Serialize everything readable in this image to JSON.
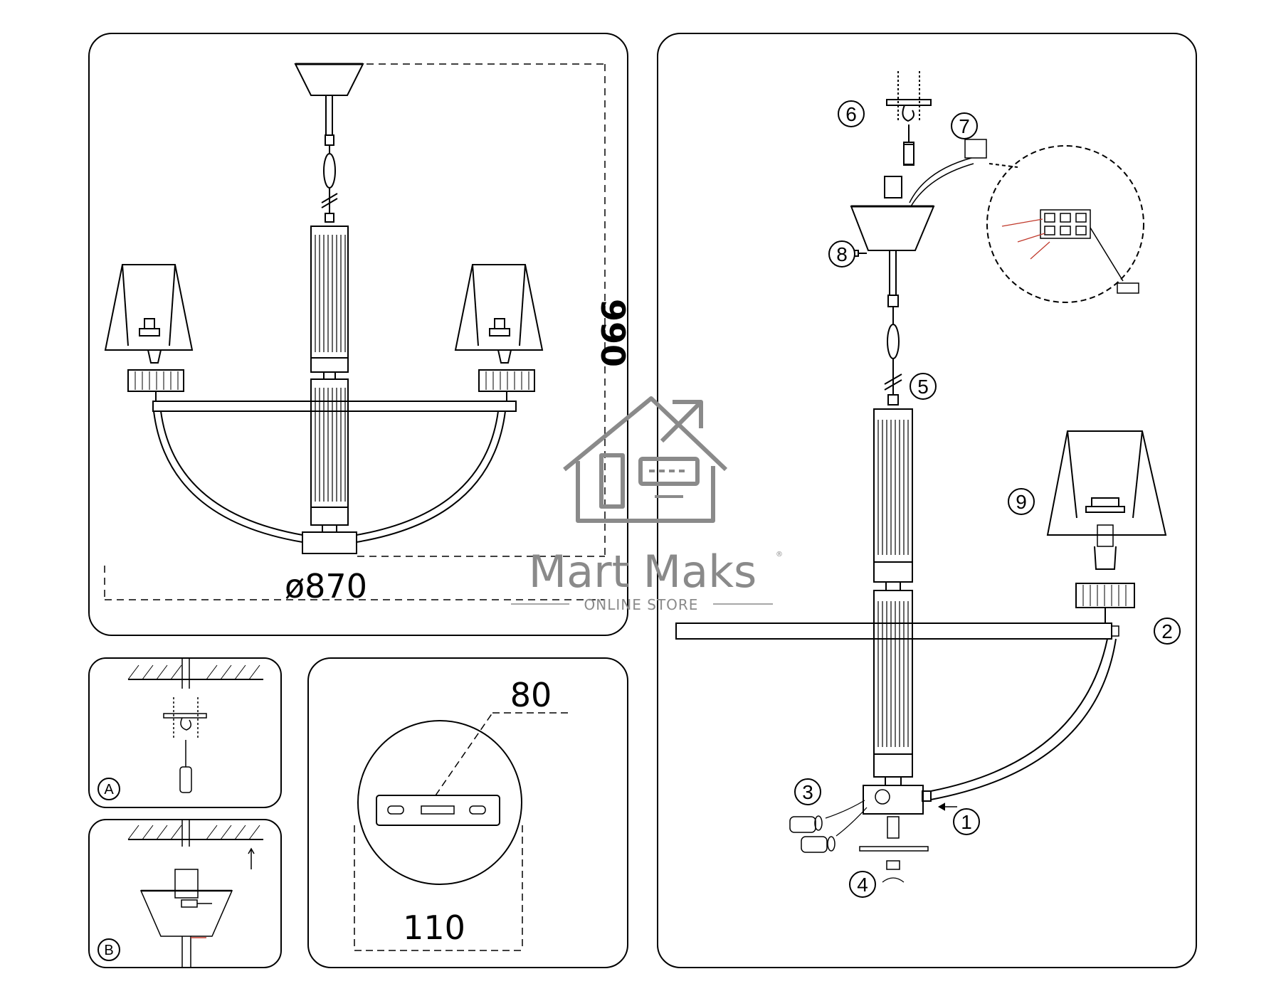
{
  "panels": {
    "overview": {
      "height_label": "990",
      "diameter_label": "ø870"
    },
    "assembly": {
      "steps": [
        "1",
        "2",
        "3",
        "4",
        "5",
        "6",
        "7",
        "8",
        "9"
      ]
    },
    "mount_a": {
      "label": "A"
    },
    "mount_b": {
      "label": "B"
    },
    "canopy": {
      "plate_width_label": "80",
      "canopy_diameter_label": "110"
    }
  },
  "watermark": {
    "brand": "Mart Maks",
    "registered": "®",
    "tagline": "ONLINE STORE",
    "color": "#8a8a8a"
  },
  "colors": {
    "line": "#000000",
    "wire": "#c0392b"
  }
}
